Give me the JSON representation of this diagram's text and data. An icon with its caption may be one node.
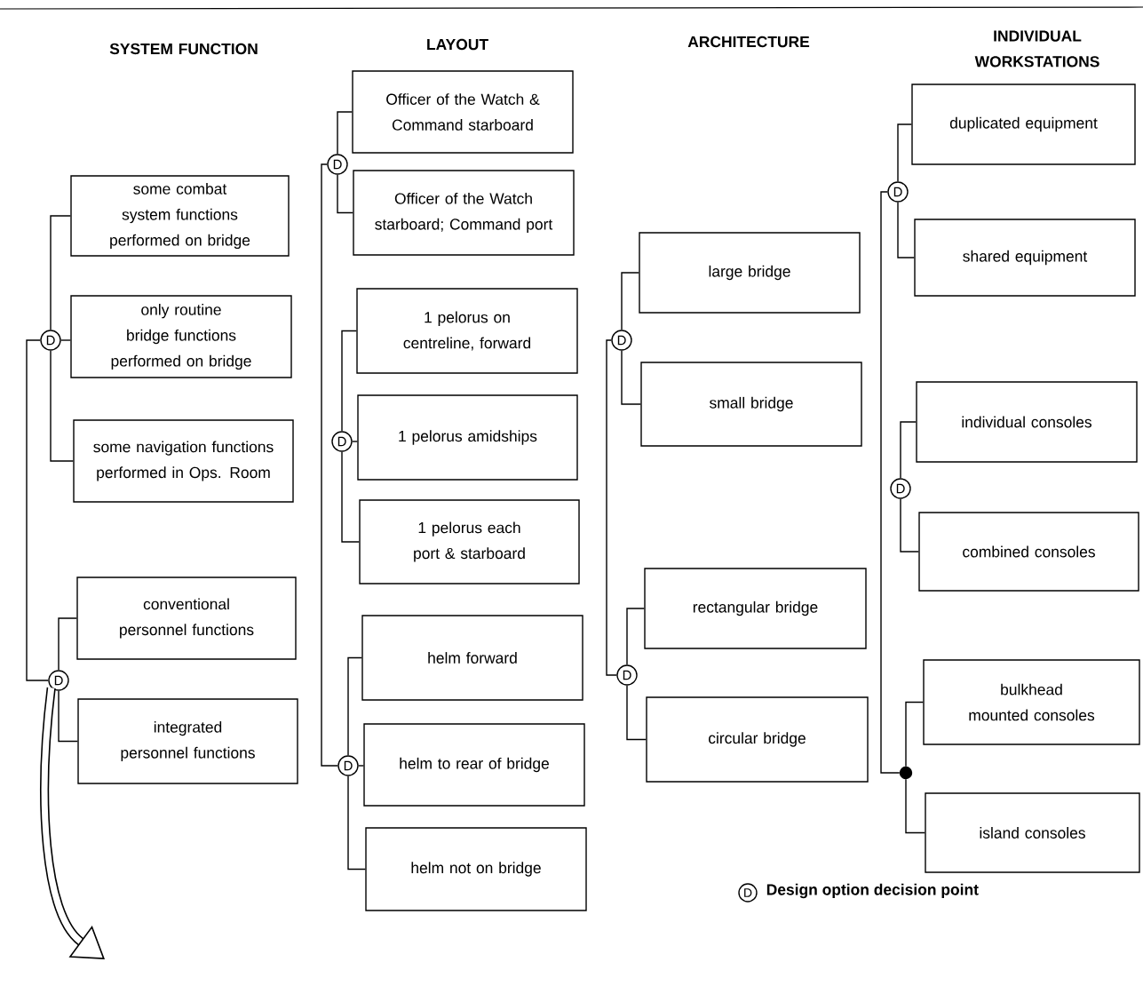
{
  "diagram": {
    "nodes": [
      {
        "text": [
          "D"
        ]
      },
      {
        "text": [
          "some combat system functions performed on bridge"
        ]
      },
      {
        "text": [
          "only routine bridge functions performed on bridge"
        ]
      },
      {
        "text": [
          "some navigation functions performed in Ops. Room"
        ]
      },
      {
        "text": [
          "D"
        ]
      },
      {
        "text": [
          "conventional personnel functions"
        ]
      },
      {
        "text": [
          "integrated personnel functions"
        ]
      },
      {
        "text": [
          "D"
        ]
      },
      {
        "text": [
          "Officer of the Watch & Command starboard"
        ]
      },
      {
        "text": [
          "Officer of the Watch starboard; Command port"
        ]
      },
      {
        "text": [
          "D"
        ]
      },
      {
        "text": [
          "1 pelorus on centreline, forward"
        ]
      },
      {
        "text": [
          "1 pelorus amidships"
        ]
      },
      {
        "text": [
          "1 pelorus each port & starboard"
        ]
      },
      {
        "text": [
          "D"
        ]
      },
      {
        "text": [
          "helm forward"
        ]
      },
      {
        "text": [
          "helm to rear of bridge"
        ]
      },
      {
        "text": [
          "helm not on bridge"
        ]
      },
      {
        "text": [
          "D"
        ]
      },
      {
        "text": [
          "large bridge"
        ]
      },
      {
        "text": [
          "small bridge"
        ]
      },
      {
        "text": [
          "D"
        ]
      },
      {
        "text": [
          "rectangular bridge"
        ]
      },
      {
        "text": [
          "circular bridge"
        ]
      },
      {
        "text": [
          "D"
        ]
      },
      {
        "text": [
          "duplicated equipment"
        ]
      },
      {
        "text": [
          "shared equipment"
        ]
      },
      {
        "text": [
          "D"
        ]
      },
      {
        "text": [
          "individual consoles"
        ]
      },
      {
        "text": [
          "combined consoles"
        ]
      },
      {
        "text": [],
        "shape": "circle"
      },
      {
        "text": [
          "bulkhead mounted consoles"
        ]
      },
      {
        "text": [
          "island consoles"
        ]
      }
    ],
    "edges": [
      {
        "from": 0,
        "to": 1,
        "arrow": "none"
      },
      {
        "from": 0,
        "to": 2,
        "arrow": "none"
      },
      {
        "from": 0,
        "to": 3,
        "arrow": "none"
      },
      {
        "from": 4,
        "to": 5,
        "arrow": "none"
      },
      {
        "from": 4,
        "to": 6,
        "arrow": "none"
      },
      {
        "from": 0,
        "to": 4,
        "arrow": "none"
      },
      {
        "from": 4,
        "to": null,
        "arrow": "to",
        "style": "thick"
      },
      {
        "from": 7,
        "to": 8,
        "arrow": "none"
      },
      {
        "from": 7,
        "to": 9,
        "arrow": "none"
      },
      {
        "from": 10,
        "to": 11,
        "arrow": "none"
      },
      {
        "from": 10,
        "to": 12,
        "arrow": "none"
      },
      {
        "from": 10,
        "to": 13,
        "arrow": "none"
      },
      {
        "from": 14,
        "to": 15,
        "arrow": "none"
      },
      {
        "from": 14,
        "to": 16,
        "arrow": "none"
      },
      {
        "from": 14,
        "to": 17,
        "arrow": "none"
      },
      {
        "from": 7,
        "to": 14,
        "arrow": "none"
      },
      {
        "from": 18,
        "to": 19,
        "arrow": "none"
      },
      {
        "from": 18,
        "to": 20,
        "arrow": "none"
      },
      {
        "from": 21,
        "to": 22,
        "arrow": "none"
      },
      {
        "from": 21,
        "to": 23,
        "arrow": "none"
      },
      {
        "from": 18,
        "to": 21,
        "arrow": "none"
      },
      {
        "from": 24,
        "to": 25,
        "arrow": "none"
      },
      {
        "from": 24,
        "to": 26,
        "arrow": "none"
      },
      {
        "from": 27,
        "to": 28,
        "arrow": "none"
      },
      {
        "from": 27,
        "to": 29,
        "arrow": "none"
      },
      {
        "from": 30,
        "to": 31,
        "arrow": "none"
      },
      {
        "from": 30,
        "to": 32,
        "arrow": "none"
      },
      {
        "from": 24,
        "to": 30,
        "arrow": "none"
      }
    ],
    "labels": [
      "SYSTEM FUNCTION",
      "LAYOUT",
      "ARCHITECTURE",
      "INDIVIDUAL WORKSTATIONS",
      "D"
    ],
    "legend": [
      {
        "text": "Design option decision point"
      }
    ]
  }
}
